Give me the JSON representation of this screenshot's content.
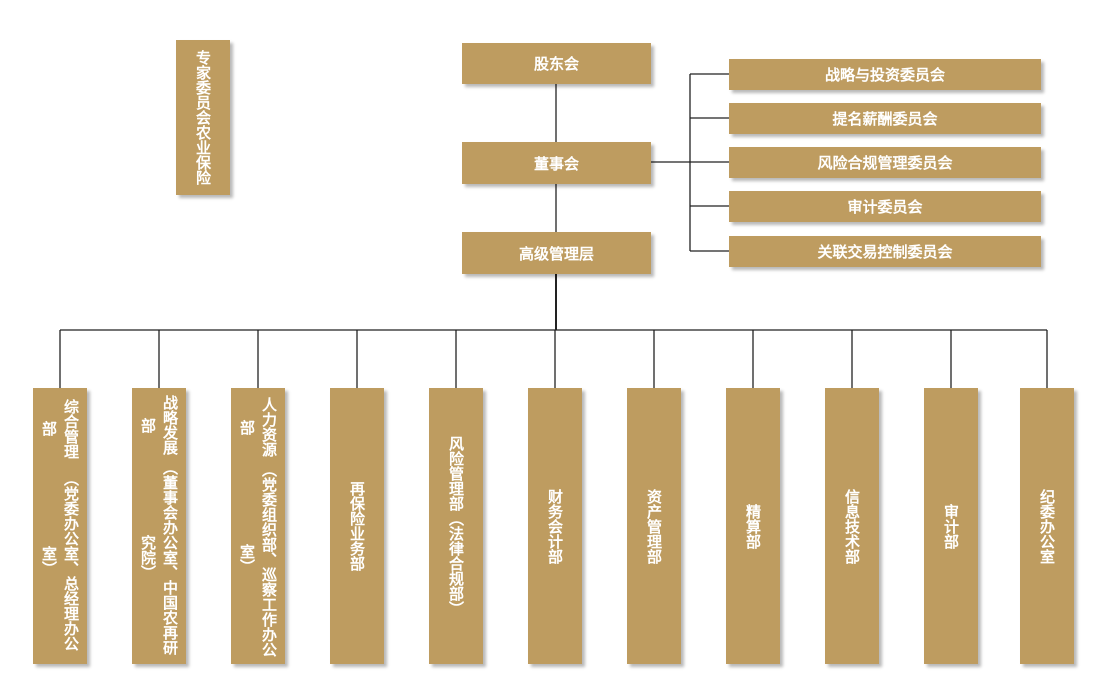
{
  "colors": {
    "box_fill": "#be9c60",
    "box_text": "#ffffff",
    "line": "#222222",
    "background": "#ffffff"
  },
  "expert_committee": {
    "line1": "专家委员会",
    "line2": "农业保险"
  },
  "top": {
    "shareholders": "股东会",
    "board": "董事会",
    "senior_management": "高级管理层"
  },
  "committees": [
    "战略与投资委员会",
    "提名薪酬委员会",
    "风险合规管理委员会",
    "审计委员会",
    "关联交易控制委员会"
  ],
  "departments": [
    {
      "lines": [
        "综合管理部",
        "（党委办公室、总经理办公室）"
      ]
    },
    {
      "lines": [
        "战略发展部",
        "（董事会办公室、中国农再研究院）"
      ]
    },
    {
      "lines": [
        "人力资源部",
        "（党委组织部、巡察工作办公室）"
      ]
    },
    {
      "lines": [
        "再保险业务部"
      ]
    },
    {
      "lines": [
        "风险管理部（法律合规部）"
      ]
    },
    {
      "lines": [
        "财务会计部"
      ]
    },
    {
      "lines": [
        "资产管理部"
      ]
    },
    {
      "lines": [
        "精算部"
      ]
    },
    {
      "lines": [
        "信息技术部"
      ]
    },
    {
      "lines": [
        "审计部"
      ]
    },
    {
      "lines": [
        "纪委办公室"
      ]
    }
  ]
}
